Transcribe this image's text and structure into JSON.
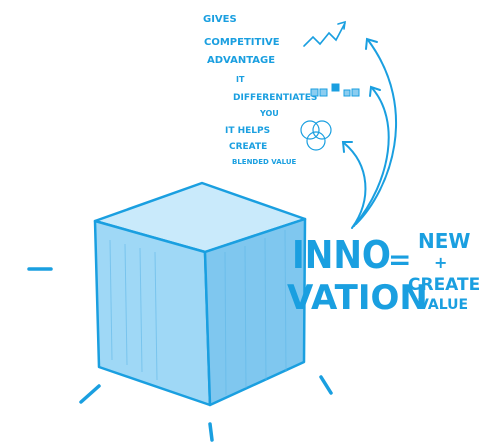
{
  "colors": {
    "ink": "#1a9fe0",
    "cube_front": "#9fd8f6",
    "cube_top": "#c9eafb",
    "cube_side": "#7fc7ef",
    "background": "#ffffff"
  },
  "notes": {
    "competitive": [
      "GIVES",
      "COMPETITIVE",
      "ADVANTAGE"
    ],
    "differentiates": [
      "IT",
      "DIFFERENTIATES",
      "YOU"
    ],
    "helps": [
      "IT HELPS",
      "CREATE",
      "BLENDED VALUE"
    ]
  },
  "equation": {
    "word_top": "INNO",
    "word_bottom": "VATION",
    "equals": "=",
    "new_label": "NEW",
    "plus": "+",
    "create_label": "CREATE",
    "value_label": "VALUE"
  },
  "icons": [
    "trend-chart-icon",
    "blocks-icon",
    "venn-circles-icon",
    "cube-icon"
  ]
}
